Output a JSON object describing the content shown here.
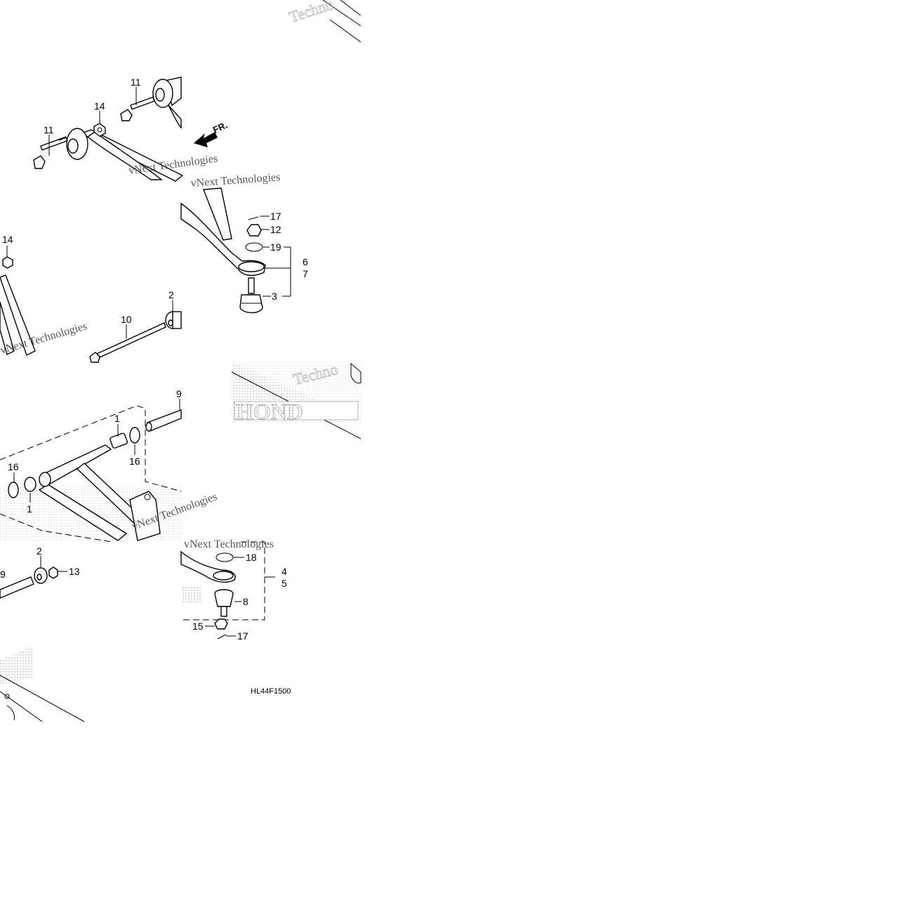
{
  "diagram_code": "HL44F1500",
  "direction_label": "FR.",
  "watermarks": [
    "Techno",
    "vNext Technologies",
    "vNext Technologies",
    "Techno",
    "vNext Technologies",
    "vNext Technologies",
    "vNext Technologies"
  ],
  "callouts": {
    "t1": "11",
    "t2": "14",
    "t3": "11",
    "m1": "17",
    "m2": "12",
    "m3": "19",
    "m4": "6",
    "m5": "7",
    "m6": "3",
    "l1": "14",
    "l2": "2",
    "l3": "10",
    "b1": "9",
    "b2": "1",
    "b3": "16",
    "b4": "16",
    "b5": "1",
    "n1": "2",
    "n2": "13",
    "n3": "9",
    "r1": "18",
    "r2": "4",
    "r3": "5",
    "r4": "8",
    "r5": "15",
    "r6": "17"
  }
}
